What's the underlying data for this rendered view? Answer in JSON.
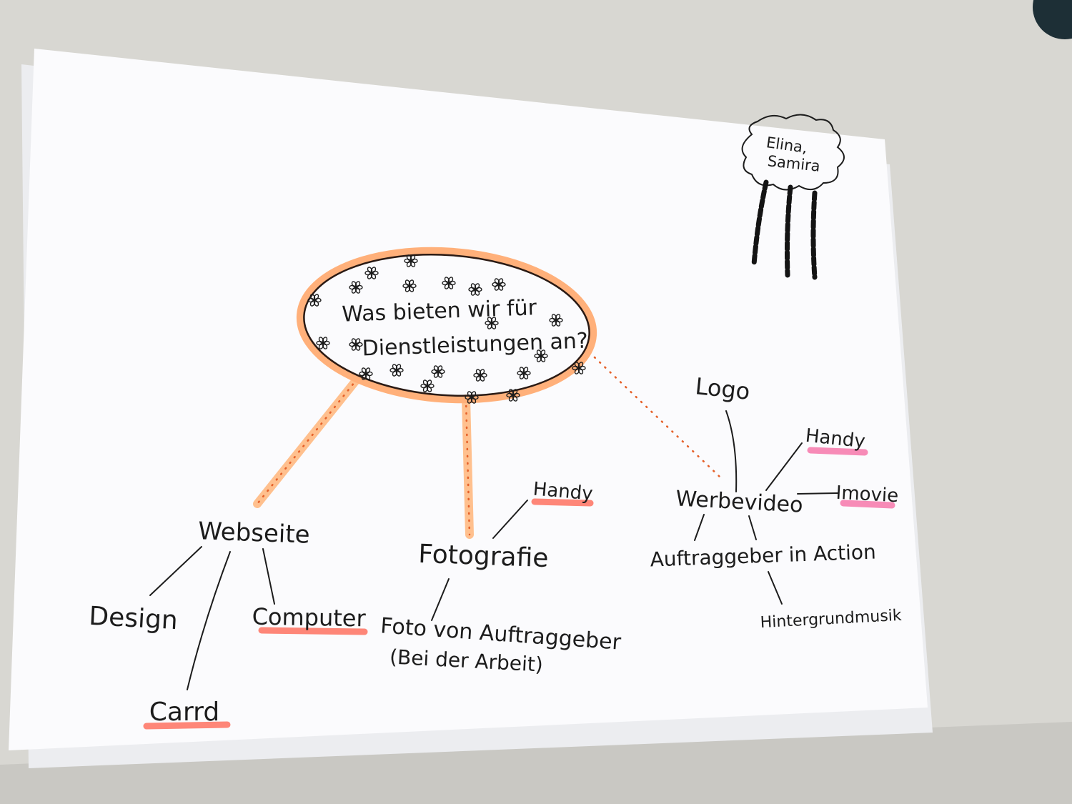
{
  "center": {
    "line1": "Was bieten wir für",
    "line2": "Dienstleistungen an?"
  },
  "cloud": {
    "line1": "Elina,",
    "line2": "Samira"
  },
  "branches": {
    "webseite": {
      "label": "Webseite",
      "children": [
        "Design",
        "Carrd",
        "Computer"
      ]
    },
    "fotografie": {
      "label": "Fotografie",
      "children": [
        "Handy",
        "Foto von Auftraggeber",
        "(Bei der Arbeit)"
      ]
    },
    "werbevideo": {
      "label": "Werbevideo",
      "children": [
        "Logo",
        "Handy",
        "Imovie",
        "Auftraggeber in Action",
        "Hintergrundmusik"
      ]
    }
  },
  "colors": {
    "orange_highlight": "#ffb07a",
    "pink_highlight": "#f77fb0",
    "salmon_highlight": "#ff7a6a",
    "ink": "#1c1c1c",
    "paper": "#fbfbfd",
    "table": "#d9d8d4"
  }
}
